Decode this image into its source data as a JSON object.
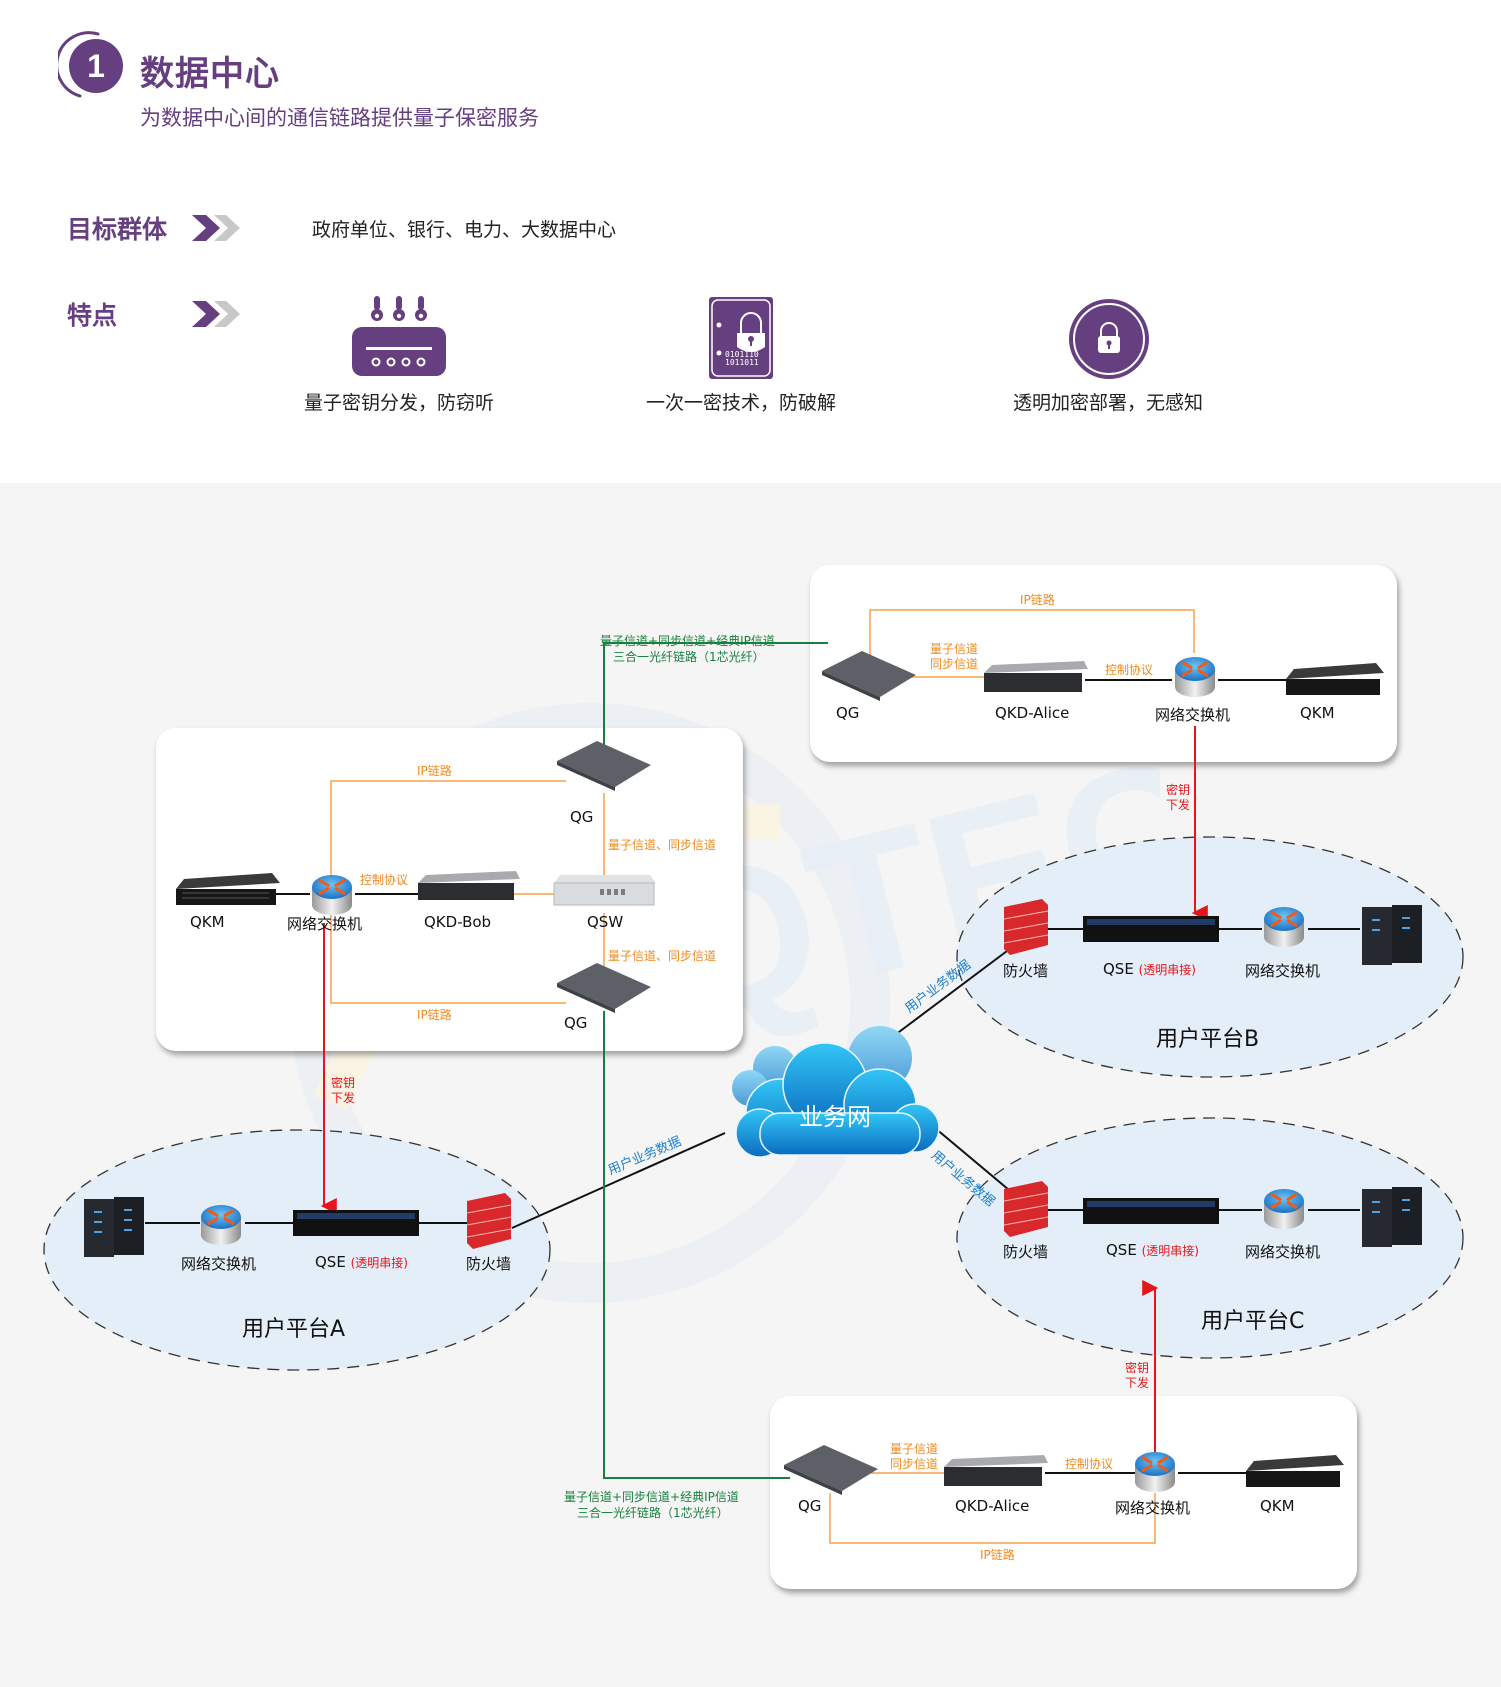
{
  "header": {
    "badge_number": "1",
    "title": "数据中心",
    "subtitle": "为数据中心间的通信链路提供量子保密服务"
  },
  "target_group": {
    "label": "目标群体",
    "value": "政府单位、银行、电力、大数据中心"
  },
  "features": {
    "label": "特点",
    "items": [
      {
        "icon": "key-distribution-icon",
        "label": "量子密钥分发，防窃听"
      },
      {
        "icon": "one-time-pad-lock-icon",
        "label": "一次一密技术，防破解",
        "icon_text_line1": "0101110",
        "icon_text_line2": "1011011"
      },
      {
        "icon": "circle-lock-icon",
        "label": "透明加密部署，无感知"
      }
    ]
  },
  "colors": {
    "brand_purple": "#663f80",
    "ip_link_orange": "#f08a1c",
    "fiber_green": "#16803c",
    "key_red": "#e8141b",
    "user_data_blue": "#1a7fd0"
  },
  "watermark": "QTEC",
  "diagram": {
    "center_site": {
      "devices": {
        "qkm": "QKM",
        "switch": "网络交换机",
        "qkd": "QKD-Bob",
        "qsw": "QSW",
        "qg_top": "QG",
        "qg_bottom": "QG"
      },
      "ip_link_top": "IP链路",
      "ip_link_bottom": "IP链路",
      "control_protocol": "控制协议",
      "channel_top": "量子信道、同步信道",
      "channel_bottom": "量子信道、同步信道"
    },
    "site_b": {
      "devices": {
        "qg": "QG",
        "qkd": "QKD-Alice",
        "switch": "网络交换机",
        "qkm": "QKM"
      },
      "ip_link": "IP链路",
      "channel_line1": "量子信道",
      "channel_line2": "同步信道",
      "control_protocol": "控制协议"
    },
    "site_c": {
      "devices": {
        "qg": "QG",
        "qkd": "QKD-Alice",
        "switch": "网络交换机",
        "qkm": "QKM"
      },
      "ip_link": "IP链路",
      "channel_line1": "量子信道",
      "channel_line2": "同步信道",
      "control_protocol": "控制协议"
    },
    "fiber_link_top": {
      "line1": "量子信道+同步信道+经典IP信道",
      "line2": "三合一光纤链路（1芯光纤）"
    },
    "fiber_link_bottom": {
      "line1": "量子信道+同步信道+经典IP信道",
      "line2": "三合一光纤链路（1芯光纤）"
    },
    "key_delivery": {
      "line1": "密钥",
      "line2": "下发"
    },
    "cloud_label": "业务网",
    "user_data_label": "用户业务数据",
    "platforms": {
      "a": {
        "name": "用户平台A",
        "switch": "网络交换机",
        "qse": "QSE",
        "qse_note": "(透明串接)",
        "firewall": "防火墙"
      },
      "b": {
        "name": "用户平台B",
        "switch": "网络交换机",
        "qse": "QSE",
        "qse_note": "(透明串接)",
        "firewall": "防火墙"
      },
      "c": {
        "name": "用户平台C",
        "switch": "网络交换机",
        "qse": "QSE",
        "qse_note": "(透明串接)",
        "firewall": "防火墙"
      }
    }
  }
}
